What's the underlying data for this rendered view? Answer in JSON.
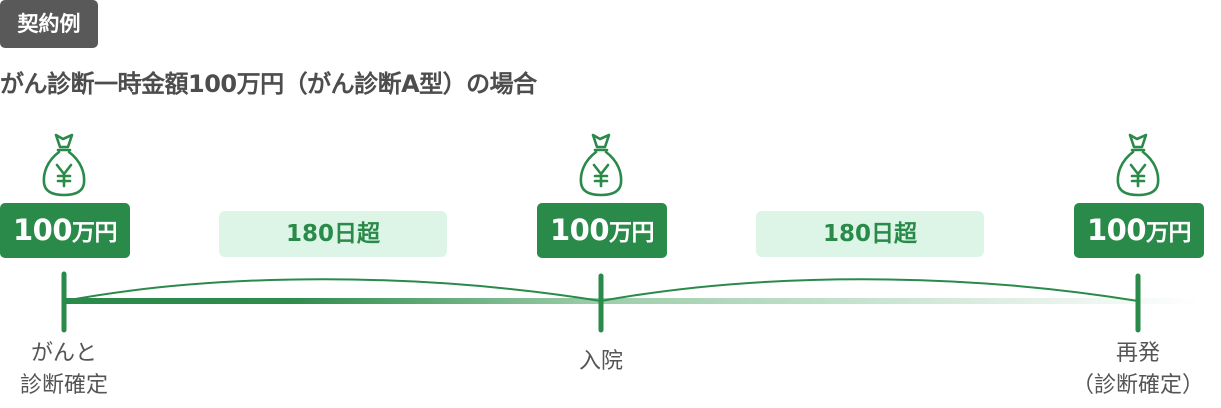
{
  "header": {
    "badge": "契約例",
    "title": "がん診断一時金額100万円（がん診断A型）の場合"
  },
  "colors": {
    "primary_green": "#2a8a4a",
    "light_green_bg": "#dcf5e6",
    "badge_gray": "#595959",
    "text_gray": "#555555"
  },
  "events": [
    {
      "icon": "money-bag-yen-icon",
      "amount": "100",
      "unit": "万円",
      "label_line1": "がんと",
      "label_line2": "診断確定"
    },
    {
      "icon": "money-bag-yen-icon",
      "amount": "100",
      "unit": "万円",
      "label_line1": "入院",
      "label_line2": ""
    },
    {
      "icon": "money-bag-yen-icon",
      "amount": "100",
      "unit": "万円",
      "label_line1": "再発",
      "label_line2": "（診断確定）"
    }
  ],
  "intervals": [
    {
      "label": "180日超"
    },
    {
      "label": "180日超"
    }
  ]
}
